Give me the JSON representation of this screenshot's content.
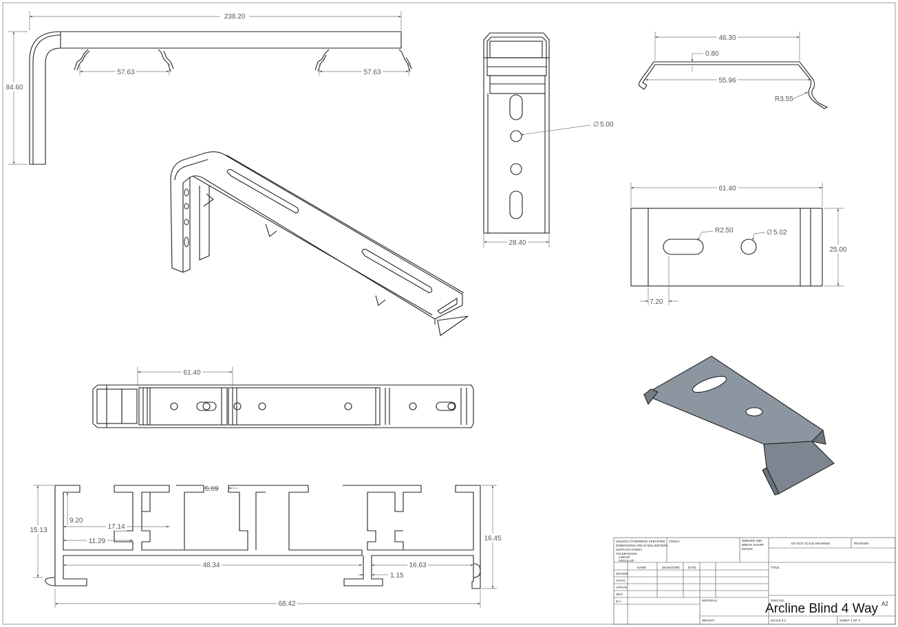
{
  "dimensions": {
    "arm_length": "238.20",
    "arm_height": "84.60",
    "clip_left": "57.63",
    "clip_right": "57.63",
    "rail_diameter": "5.00",
    "rail_width": "28.40",
    "profile_top": "46.30",
    "profile_thickness": "0.80",
    "profile_bottom": "55.96",
    "profile_radius": "R3.55",
    "plate_length": "61.40",
    "plate_slot_radius": "R2.50",
    "plate_hole": "5.02",
    "plate_height": "25.00",
    "plate_offset": "7.20",
    "top_view_spacing": "61.40",
    "sec_gap": "5.69",
    "sec_depth": "9.20",
    "sec_web": "17.14",
    "sec_lip": "11.29",
    "sec_height_left": "15.13",
    "sec_height_right": "16.45",
    "sec_inner": "48.34",
    "sec_right_inner": "16.63",
    "sec_flange": "1.15",
    "sec_total": "68.42",
    "diameter_symbol": "∅"
  },
  "title_block": {
    "unless": "UNLESS OTHERWISE SPECIFIED:",
    "units": "DIMENSIONS ARE IN MILLIMETERS",
    "finish_label": "SURFACE FINISH:",
    "tolerances": "TOLERANCES:",
    "linear": "LINEAR:",
    "angular": "ANGULAR:",
    "finish": "FINISH:",
    "deburr": "DEBURR AND",
    "break": "BREAK SHARP",
    "edges": "EDGES",
    "no_scale": "DO NOT SCALE DRAWING",
    "revision": "REVISION",
    "name": "NAME",
    "signature": "SIGNATURE",
    "date": "DATE",
    "drawn": "DRAWN",
    "chkd": "CHK'D",
    "appvd": "APPV'D",
    "mfg": "MFG",
    "qa": "Q.A",
    "material": "MATERIAL:",
    "title_label": "TITLE:",
    "dwg_no": "DWG NO.",
    "weight": "WEIGHT:",
    "scale": "SCALE:2:1",
    "sheet": "SHEET 1 OF 3",
    "drawing_title": "Arcline Blind 4 Way",
    "size": "A2"
  },
  "colors": {
    "line": "#222222",
    "dimension": "#777777",
    "part_fill": "#8c96a0"
  }
}
